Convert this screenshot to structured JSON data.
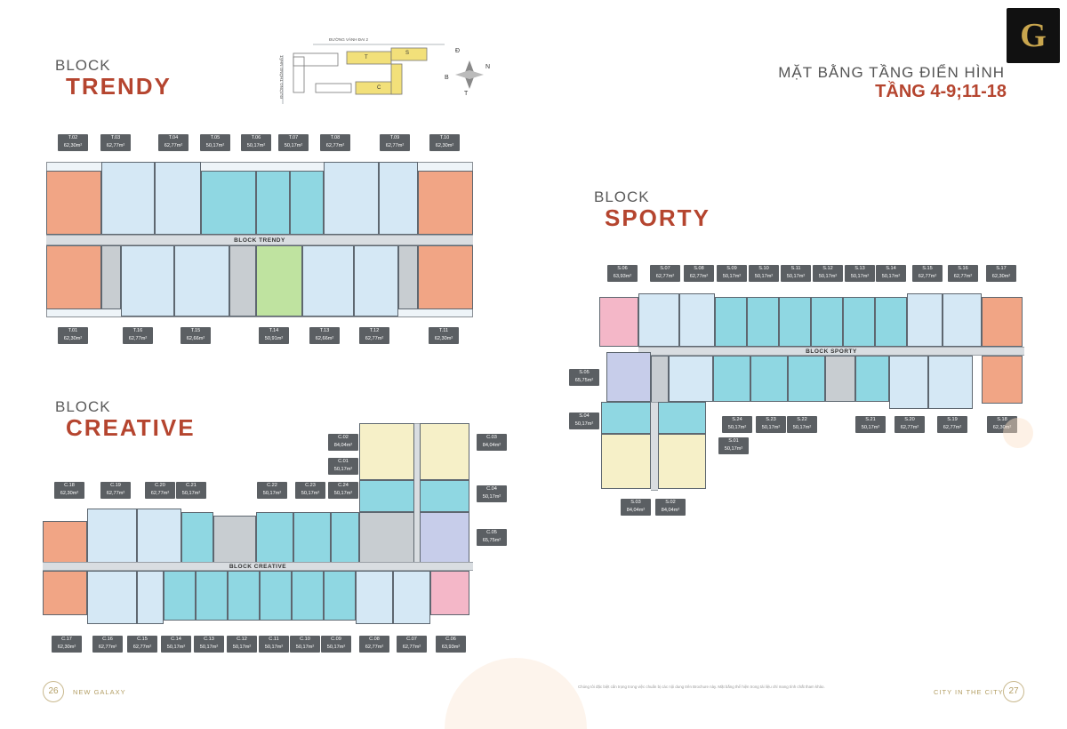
{
  "header": {
    "floor_title": "MẶT BẰNG TẦNG ĐIỂN HÌNH",
    "floor_levels": "TẦNG 4-9;11-18",
    "brand_letter": "G"
  },
  "siteplan": {
    "road_top": "ĐƯỜNG VÀNH ĐAI 2",
    "road_left": "ĐƯỜNG THÔNG NHẤT",
    "block_t": "T",
    "block_s": "S",
    "block_c": "C",
    "compass": {
      "n": "N",
      "d": "Đ",
      "b": "B",
      "t": "T"
    }
  },
  "trendy": {
    "label_small": "BLOCK",
    "label_big": "TRENDY",
    "corridor": "BLOCK TRENDY",
    "units_top": [
      {
        "id": "T.02",
        "area": "62,30m²"
      },
      {
        "id": "T.03",
        "area": "62,77m²"
      },
      {
        "id": "T.04",
        "area": "62,77m²"
      },
      {
        "id": "T.05",
        "area": "50,17m²"
      },
      {
        "id": "T.06",
        "area": "50,17m²"
      },
      {
        "id": "T.07",
        "area": "50,17m²"
      },
      {
        "id": "T.08",
        "area": "62,77m²"
      },
      {
        "id": "T.09",
        "area": "62,77m²"
      },
      {
        "id": "T.10",
        "area": "62,30m²"
      }
    ],
    "units_bottom": [
      {
        "id": "T.01",
        "area": "62,30m²"
      },
      {
        "id": "T.16",
        "area": "62,77m²"
      },
      {
        "id": "T.15",
        "area": "62,66m²"
      },
      {
        "id": "T.14",
        "area": "50,91m²"
      },
      {
        "id": "T.13",
        "area": "62,66m²"
      },
      {
        "id": "T.12",
        "area": "62,77m²"
      },
      {
        "id": "T.11",
        "area": "62,30m²"
      }
    ]
  },
  "sporty": {
    "label_small": "BLOCK",
    "label_big": "SPORTY",
    "corridor": "BLOCK SPORTY",
    "units_top": [
      {
        "id": "S.06",
        "area": "63,93m²"
      },
      {
        "id": "S.07",
        "area": "62,77m²"
      },
      {
        "id": "S.08",
        "area": "62,77m²"
      },
      {
        "id": "S.09",
        "area": "50,17m²"
      },
      {
        "id": "S.10",
        "area": "50,17m²"
      },
      {
        "id": "S.11",
        "area": "50,17m²"
      },
      {
        "id": "S.12",
        "area": "50,17m²"
      },
      {
        "id": "S.13",
        "area": "50,17m²"
      },
      {
        "id": "S.14",
        "area": "50,17m²"
      },
      {
        "id": "S.15",
        "area": "62,77m²"
      },
      {
        "id": "S.16",
        "area": "62,77m²"
      },
      {
        "id": "S.17",
        "area": "62,30m²"
      }
    ],
    "units_left": [
      {
        "id": "S.05",
        "area": "65,75m²"
      },
      {
        "id": "S.04",
        "area": "50,17m²"
      }
    ],
    "units_bottom": [
      {
        "id": "S.24",
        "area": "50,17m²"
      },
      {
        "id": "S.23",
        "area": "50,17m²"
      },
      {
        "id": "S.22",
        "area": "50,17m²"
      },
      {
        "id": "S.21",
        "area": "50,17m²"
      },
      {
        "id": "S.20",
        "area": "62,77m²"
      },
      {
        "id": "S.19",
        "area": "62,77m²"
      },
      {
        "id": "S.18",
        "area": "62,30m²"
      },
      {
        "id": "S.01",
        "area": "50,17m²"
      },
      {
        "id": "S.03",
        "area": "84,04m²"
      },
      {
        "id": "S.02",
        "area": "84,04m²"
      }
    ]
  },
  "creative": {
    "label_small": "BLOCK",
    "label_big": "CREATIVE",
    "corridor": "BLOCK CREATIVE",
    "units_top": [
      {
        "id": "C.18",
        "area": "62,30m²"
      },
      {
        "id": "C.19",
        "area": "62,77m²"
      },
      {
        "id": "C.20",
        "area": "62,77m²"
      },
      {
        "id": "C.21",
        "area": "50,17m²"
      },
      {
        "id": "C.22",
        "area": "50,17m²"
      },
      {
        "id": "C.23",
        "area": "50,17m²"
      },
      {
        "id": "C.24",
        "area": "50,17m²"
      },
      {
        "id": "C.01",
        "area": "50,17m²"
      },
      {
        "id": "C.02",
        "area": "84,04m²"
      },
      {
        "id": "C.03",
        "area": "84,04m²"
      },
      {
        "id": "C.04",
        "area": "50,17m²"
      },
      {
        "id": "C.05",
        "area": "65,75m²"
      }
    ],
    "units_bottom": [
      {
        "id": "C.17",
        "area": "62,30m²"
      },
      {
        "id": "C.16",
        "area": "62,77m²"
      },
      {
        "id": "C.15",
        "area": "62,77m²"
      },
      {
        "id": "C.14",
        "area": "50,17m²"
      },
      {
        "id": "C.13",
        "area": "50,17m²"
      },
      {
        "id": "C.12",
        "area": "50,17m²"
      },
      {
        "id": "C.11",
        "area": "50,17m²"
      },
      {
        "id": "C.10",
        "area": "50,17m²"
      },
      {
        "id": "C.09",
        "area": "50,17m²"
      },
      {
        "id": "C.08",
        "area": "62,77m²"
      },
      {
        "id": "C.07",
        "area": "62,77m²"
      },
      {
        "id": "C.06",
        "area": "63,93m²"
      }
    ]
  },
  "footer": {
    "left_page": "26",
    "left_text": "NEW GALAXY",
    "right_page": "27",
    "right_text": "CITY IN THE CITY",
    "disclaimer": "Chúng tôi đặc biệt cẩn trọng trong việc chuẩn bị các nội dung trên Brochure này. Mặt bằng thể hiện trong tài liệu chỉ mang tính chất tham khảo."
  }
}
